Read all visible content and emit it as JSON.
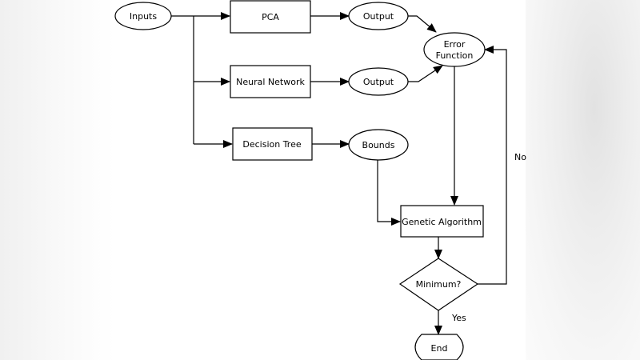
{
  "nodes": {
    "inputs": "Inputs",
    "pca": "PCA",
    "output1": "Output",
    "neural_network": "Neural Network",
    "output2": "Output",
    "decision_tree": "Decision Tree",
    "bounds": "Bounds",
    "error_function_line1": "Error",
    "error_function_line2": "Function",
    "genetic_algorithm": "Genetic Algorithm",
    "minimum": "Minimum?",
    "end": "End"
  },
  "edges": {
    "no_label": "No",
    "yes_label": "Yes"
  }
}
